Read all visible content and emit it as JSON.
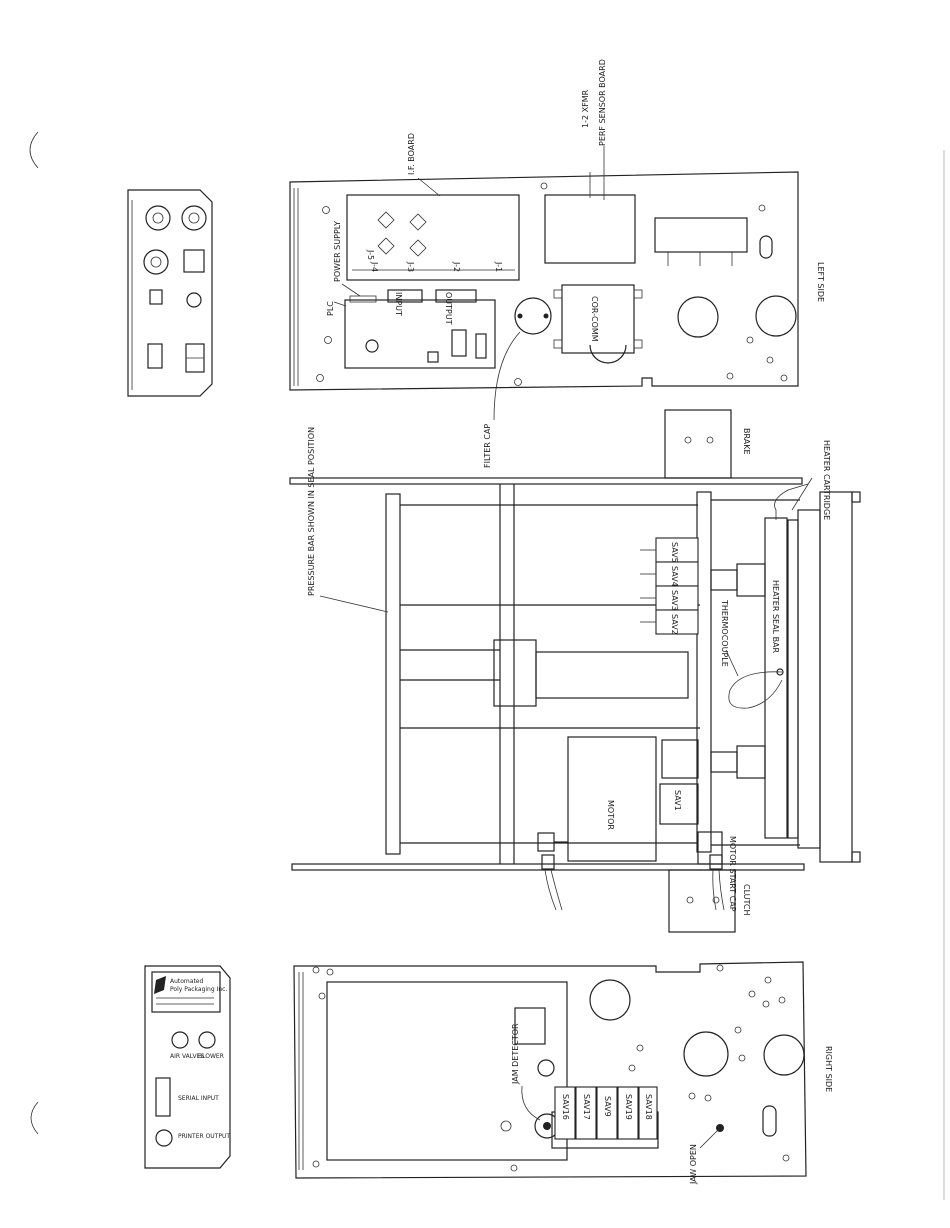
{
  "labels": {
    "if_board": "I.F. BOARD",
    "xfmr": "1-2 XFMR",
    "perf_sensor": "PERF SENSOR BOARD",
    "power_supply": "POWER SUPPLY",
    "plc": "PLC",
    "j5": "J-5",
    "j4": "J-4",
    "j3": "J-3",
    "j2": "J-2",
    "j1": "J-1",
    "input": "INPUT",
    "output": "OUTPUT",
    "cor_comm": "COR-COMM",
    "filter_cap": "FILTER CAP",
    "left_side": "LEFT SIDE",
    "brake": "BRAKE",
    "heater_cartridge": "HEATER CARTRIDGE",
    "pressure_bar": "PRESSURE BAR SHOWN IN SEAL POSITION",
    "sav5": "SAV5",
    "sav4": "SAV4",
    "sav3": "SAV3",
    "sav2": "SAV2",
    "thermocouple": "THERMOCOUPLE",
    "heater_seal_bar": "HEATER SEAL BAR",
    "motor": "MOTOR",
    "sav1": "SAV1",
    "motor_start_cap": "MOTOR START CAP",
    "clutch": "CLUTCH",
    "jam_detector": "JAM DETECTOR",
    "sav16": "SAV16",
    "sav17": "SAV17",
    "sav9": "SAV9",
    "sav19": "SAV19",
    "sav18": "SAV18",
    "jaw_open": "JAW OPEN",
    "right_side": "RIGHT SIDE",
    "brand_line1": "Automated",
    "brand_line2": "Poly Packaging Inc.",
    "air_valves": "AIR VALVES",
    "blower": "BLOWER",
    "serial_input": "SERIAL INPUT",
    "printer_output": "PRINTER OUTPUT"
  }
}
